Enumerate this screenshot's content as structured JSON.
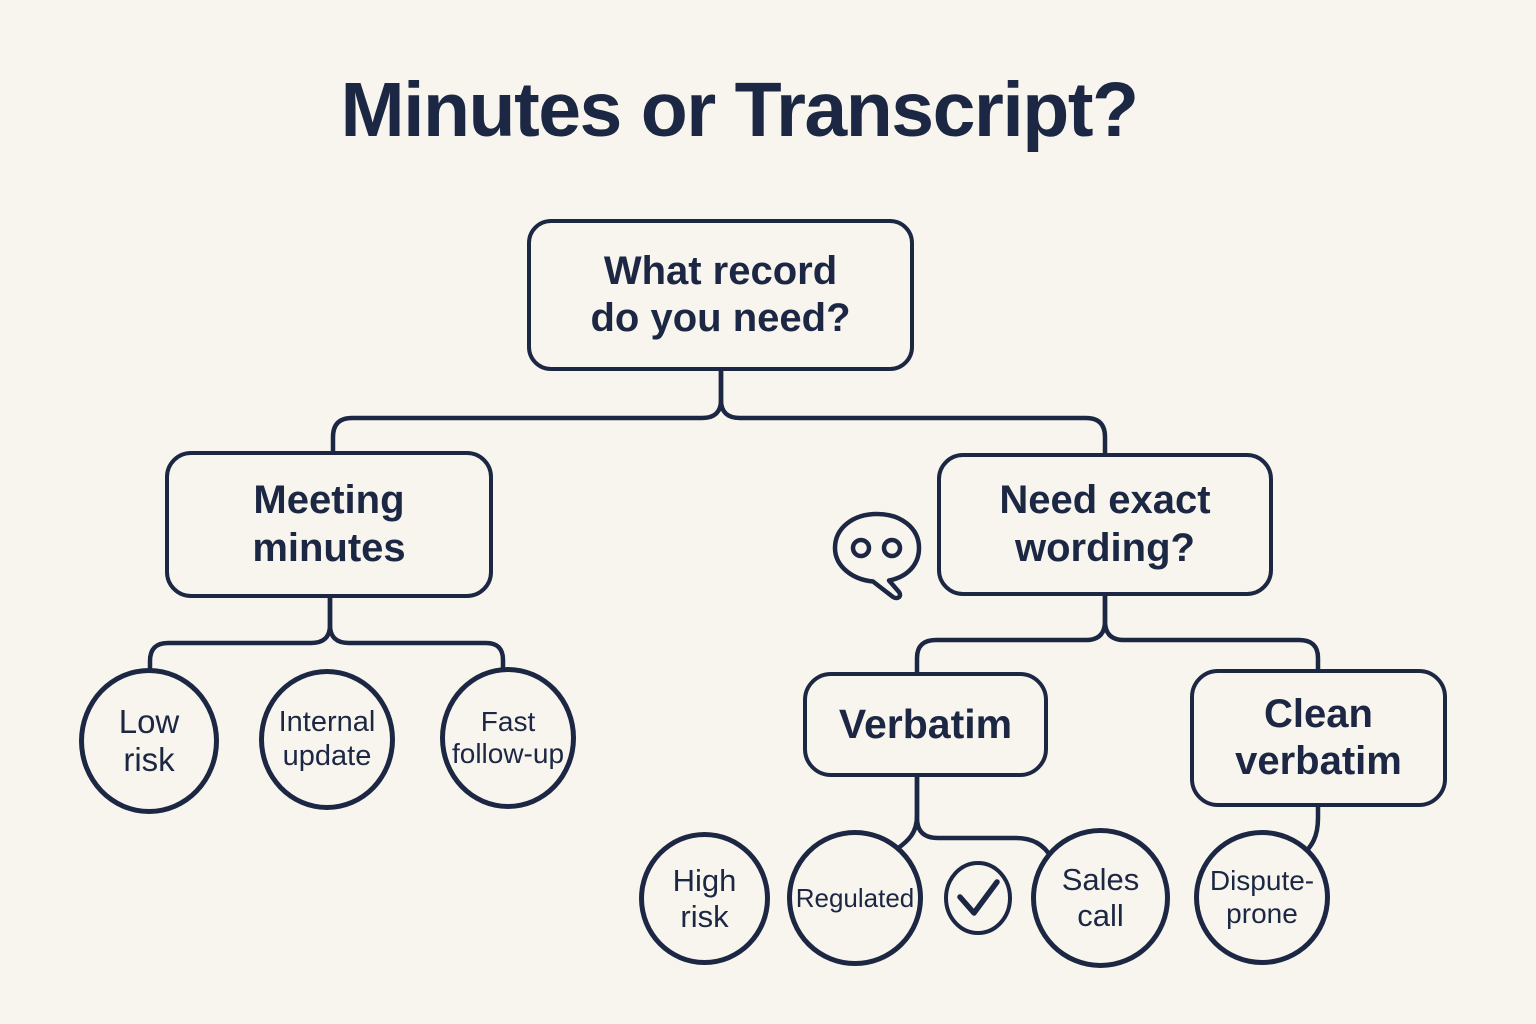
{
  "title": "Minutes or Transcript?",
  "colors": {
    "background": "#f8f5ee",
    "ink": "#1c2743"
  },
  "nodes": {
    "root": {
      "label": "What record\ndo you need?"
    },
    "meeting_minutes": {
      "label": "Meeting\nminutes"
    },
    "need_exact_wording": {
      "label": "Need exact\nwording?"
    },
    "verbatim": {
      "label": "Verbatim"
    },
    "clean_verbatim": {
      "label": "Clean\nverbatim"
    },
    "low_risk": {
      "label": "Low\nrisk"
    },
    "internal_update": {
      "label": "Internal\nupdate"
    },
    "fast_follow_up": {
      "label": "Fast\nfollow-up"
    },
    "high_risk": {
      "label": "High\nrisk"
    },
    "regulated": {
      "label": "Regulated"
    },
    "sales_call": {
      "label": "Sales\ncall"
    },
    "dispute_prone": {
      "label": "Dispute-\nprone"
    }
  },
  "icons": {
    "speech_bubble": "speech-bubble-icon",
    "checkmark": "check-icon"
  }
}
